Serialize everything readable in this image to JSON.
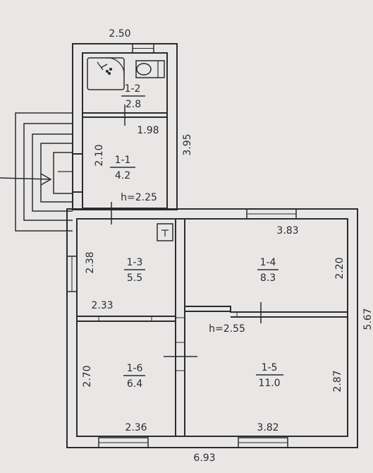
{
  "rooms": [
    {
      "id": "1-2",
      "area": "2.8"
    },
    {
      "id": "1-1",
      "area": "4.2"
    },
    {
      "id": "1-3",
      "area": "5.5"
    },
    {
      "id": "1-4",
      "area": "8.3"
    },
    {
      "id": "1-6",
      "area": "6.4"
    },
    {
      "id": "1-5",
      "area": "11.0"
    }
  ],
  "dimensions": {
    "top_annex_width": "2.50",
    "annex_height": "3.95",
    "room_1_1_width": "1.98",
    "room_1_1_length": "2.10",
    "annex_ceiling_height": "h=2.25",
    "room_1_3_length": "2.38",
    "room_1_3_width": "2.33",
    "room_1_4_width": "3.83",
    "room_1_4_length": "2.20",
    "main_ceiling_height": "h=2.55",
    "total_depth": "5.67",
    "room_1_6_length": "2.70",
    "room_1_6_width": "2.36",
    "room_1_5_width": "3.82",
    "room_1_5_length": "2.87",
    "total_width": "6.93"
  },
  "colors": {
    "ink": "#2b2b2e",
    "paper": "#e9e7e6"
  }
}
